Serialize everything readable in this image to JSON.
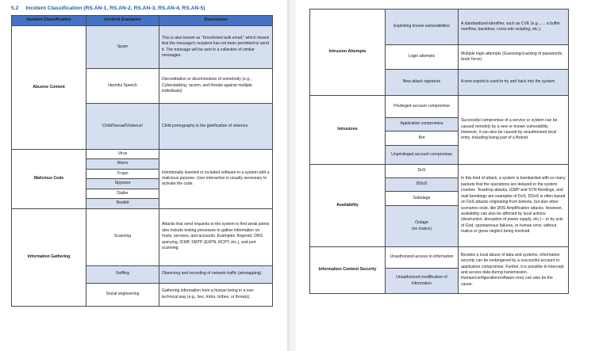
{
  "left_page": {
    "heading": {
      "number": "5.2",
      "text": "Incident Classification (RS.AN-1, RS.AN-2, RS.AN-3, RS.AN-4, RS.AN-5)"
    },
    "table": {
      "columns": [
        "Incident Classification",
        "Incident Examples",
        "Description"
      ],
      "groups": [
        {
          "category": "Abusive Content",
          "rows": [
            {
              "example": "Spam",
              "description": "This is also known as \"Unsolicited bulk email,\" which means that the message's recipient has not been permitted to send it. The message will be sent in a collection of similar messages.",
              "shaded": true
            },
            {
              "example": "Harmful Speech",
              "description": "Discreditation or discrimination of somebody (e.g., Cyberstalking, racism, and threats against multiple individuals)",
              "shaded": false
            },
            {
              "example": "Child/Sexual/Violence/",
              "description": "Child pornography is the glorification of violence.",
              "shaded": true
            }
          ]
        },
        {
          "category": "Malicious Code",
          "shared_description": "Intentionally inserted or included software in a system with a malicious purpose. User interaction is usually necessary to activate the code.",
          "rows": [
            {
              "example": "Virus",
              "shaded": false
            },
            {
              "example": "Worm",
              "shaded": true
            },
            {
              "example": "Trojan",
              "shaded": false
            },
            {
              "example": "Spyware",
              "shaded": true
            },
            {
              "example": "Dialler",
              "shaded": false
            },
            {
              "example": "Rootkit",
              "shaded": true
            }
          ]
        },
        {
          "category": "Information Gathering",
          "rows": [
            {
              "example": "Scanning",
              "description": "Attacks that send requests to the system to find weak points also include testing processes to gather information on hosts, services, and accounts. Examples: fingered, DNS querying, ICMP, SMTP (EXPN, RCPT, etc.), and port scanning.",
              "shaded": false
            },
            {
              "example": "Sniffing",
              "description": "Observing and recording of network traffic (wiretapping).",
              "shaded": true
            },
            {
              "example": "Social engineering",
              "description": "Gathering information from a human being in a non-technical way (e.g., lies, tricks, bribes, or threats).",
              "shaded": false
            }
          ]
        }
      ]
    }
  },
  "right_page": {
    "table": {
      "groups": [
        {
          "category": "Intrusion Attempts",
          "rows": [
            {
              "example": "Exploiting known vulnerabilities",
              "description": "A standardized identifier, such as CVE (e.g....... a buffer overflow, backdoor, cross-site scripting, etc.).",
              "shaded": true
            },
            {
              "example": "Login attempts",
              "description": "Multiple login attempts (Guessing/cracking of passwords, brute force).",
              "shaded": false
            },
            {
              "example": "New attack signature",
              "description": "A new exploit is used to try and hack into the system.",
              "shaded": true
            }
          ]
        },
        {
          "category": "Intrusions",
          "shared_description": "Successful compromise of a service or system can be caused remotely by a new or known vulnerability. However, it can also be caused by unauthorized local entry, including being part of a Botnet.",
          "rows": [
            {
              "example": "Privileged account compromise",
              "shaded": false
            },
            {
              "example": "Application compromise",
              "shaded": true
            },
            {
              "example": "Bot",
              "shaded": false
            },
            {
              "example": "Unprivileged account compromise",
              "shaded": true
            }
          ]
        },
        {
          "category": "Availability",
          "shared_description": "In this kind of attack, a system is bombarded with so many packets that the operations are delayed or the system crashes. Teardrop attacks, ICMP and SYN floodings, and mail bombings are examples of DoS. DDoS is often based on DoS attacks originating from botnets, but also other scenarios exist, like DNS Amplification attacks. However, availability can also be affected by local actions (destruction, disruption of power supply, etc.) – or by acts of God, spontaneous failures, or human error, without malice or gross neglect being involved.",
          "rows": [
            {
              "example": "DoS",
              "shaded": false
            },
            {
              "example": "DDoS",
              "shaded": true
            },
            {
              "example": "Sabotage",
              "shaded": false
            },
            {
              "example": "Outage\n(no malice)",
              "shaded": true
            }
          ]
        },
        {
          "category": "Information Content Security",
          "shared_description": "Besides a local abuse of data and systems, information security can be endangered by a successful account or application compromise. Further, it is possible to intercept and access data during transmission. Human/configuration/software error can also be the cause.",
          "rows": [
            {
              "example": "Unauthorized access to information",
              "shaded": false
            },
            {
              "example": "Unauthorized modification of information",
              "shaded": true
            }
          ]
        }
      ]
    }
  }
}
